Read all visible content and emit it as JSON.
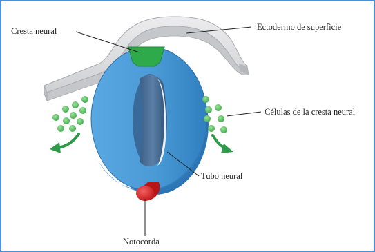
{
  "labels": {
    "neural_crest": "Cresta neural",
    "surface_ectoderm": "Ectodermo de superficie",
    "neural_crest_cells": "Células de la cresta neural",
    "neural_tube": "Tubo neural",
    "notochord": "Notocorda"
  },
  "colors": {
    "border": "#4a90d9",
    "ectoderm": "#d9dadc",
    "neural_tube": "#4a9ad6",
    "neural_crest": "#2eaa4a",
    "crest_cells": "#5ec45e",
    "arrow": "#2e9a4a",
    "notochord": "#dd2a2a",
    "lumen": "#4a6f96"
  }
}
